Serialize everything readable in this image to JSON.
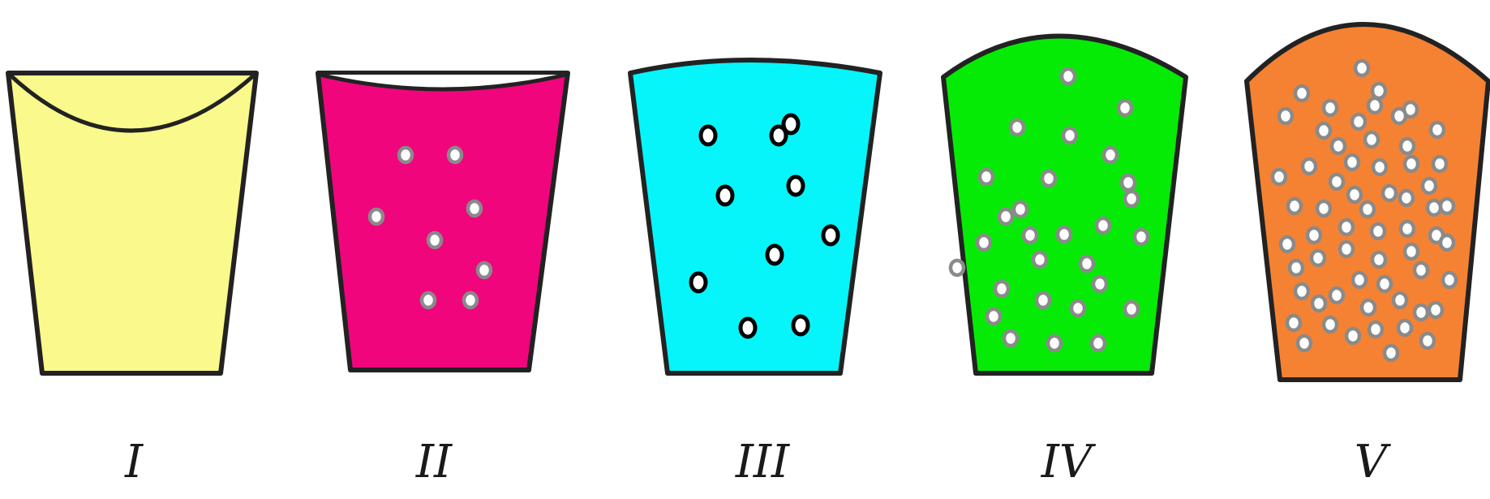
{
  "cups": [
    {
      "id": "I",
      "label": "I",
      "fill": "#FAFA8C",
      "surface": "concave",
      "bubble_style": "none",
      "bubble_count": 0
    },
    {
      "id": "II",
      "label": "II",
      "fill": "#F0057D",
      "surface": "concave",
      "bubble_style": "grey",
      "bubble_count": 8
    },
    {
      "id": "III",
      "label": "III",
      "fill": "#05F5FA",
      "surface": "convex",
      "bubble_style": "black",
      "bubble_count": 10
    },
    {
      "id": "IV",
      "label": "IV",
      "fill": "#05EB05",
      "surface": "convex",
      "bubble_style": "grey",
      "bubble_count": 28
    },
    {
      "id": "V",
      "label": "V",
      "fill": "#F58232",
      "surface": "convex",
      "bubble_style": "grey",
      "bubble_count": 61
    }
  ]
}
